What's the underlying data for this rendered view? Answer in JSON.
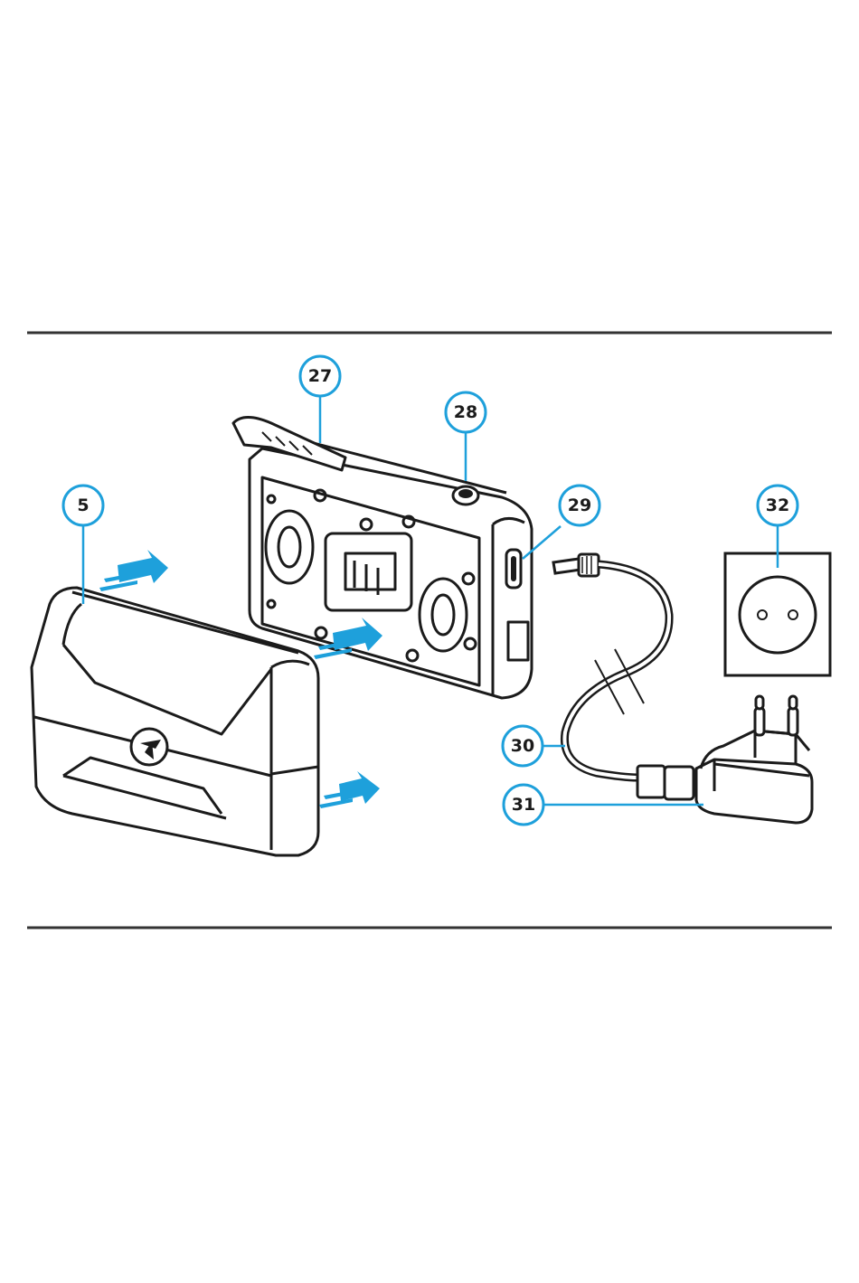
{
  "diagram": {
    "accent_color": "#1ea0db",
    "line_color": "#1b1b1b",
    "callouts": [
      {
        "id": "c5",
        "label": "5",
        "target": "battery-pack"
      },
      {
        "id": "c27",
        "label": "27",
        "target": "battery-latch"
      },
      {
        "id": "c28",
        "label": "28",
        "target": "button"
      },
      {
        "id": "c29",
        "label": "29",
        "target": "usb-port"
      },
      {
        "id": "c30",
        "label": "30",
        "target": "usb-cable"
      },
      {
        "id": "c31",
        "label": "31",
        "target": "power-adapter"
      },
      {
        "id": "c32",
        "label": "32",
        "target": "wall-socket"
      }
    ]
  }
}
